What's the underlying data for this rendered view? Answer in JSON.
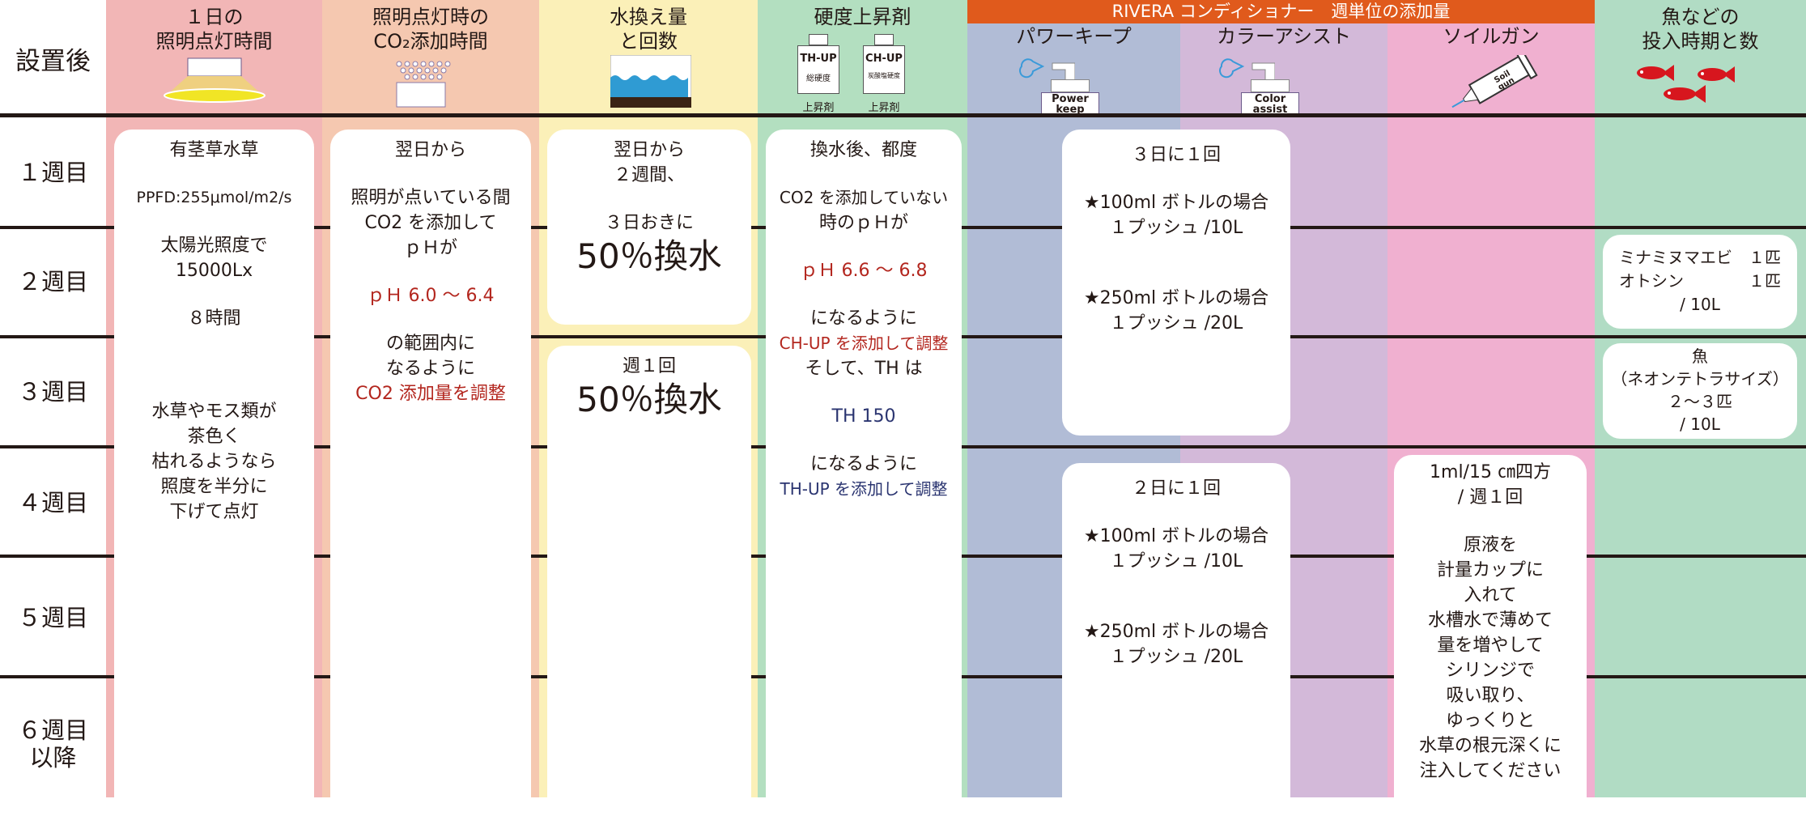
{
  "corner_label": "設置後",
  "colors": {
    "lighting": "#f2b6b6",
    "co2": "#f5c8b0",
    "water": "#fbf0b8",
    "hardness": "#b3dfc0",
    "power_keep": "#b1bcd6",
    "color_assist": "#d3b9d9",
    "soil_gun": "#f0b0d0",
    "fish": "#b1dcc4",
    "banner": "#e05a1c"
  },
  "headers": {
    "lighting": [
      "１日の",
      "照明点灯時間"
    ],
    "co2": [
      "照明点灯時の",
      "CO₂添加時間"
    ],
    "water": [
      "水換え量",
      "と回数"
    ],
    "hardness": "硬度上昇剤",
    "hardness_bottles": [
      {
        "name": "TH-UP",
        "sub": "総硬度",
        "label": "上昇剤"
      },
      {
        "name": "CH-UP",
        "sub": "炭酸塩硬度",
        "label": "上昇剤"
      }
    ],
    "banner": "RIVERA コンディショナー　週単位の添加量",
    "power_keep": "パワーキープ",
    "power_keep_bottle": [
      "Power",
      "keep"
    ],
    "color_assist": "カラーアシスト",
    "color_assist_bottle": [
      "Color",
      "assist"
    ],
    "soil_gun": "ソイルガン",
    "soil_gun_tube": [
      "Soil",
      "gun"
    ],
    "fish": [
      "魚などの",
      "投入時期と数"
    ]
  },
  "rows": [
    "１週目",
    "２週目",
    "３週目",
    "４週目",
    "５週目",
    "６週目",
    "以降"
  ],
  "lighting": {
    "l1": "有茎草水草",
    "l2": "PPFD:255μmol/m2/s",
    "l3": "太陽光照度で",
    "l4": "15000Lx",
    "l5": "８時間",
    "l6": "水草やモス類が",
    "l7": "茶色く",
    "l8": "枯れるようなら",
    "l9": "照度を半分に",
    "l10": "下げて点灯"
  },
  "co2": {
    "l1": "翌日から",
    "l2": "照明が点いている間",
    "l3": "CO2 を添加して",
    "l4": "ｐＨが",
    "l5": "ｐＨ 6.0 ～ 6.4",
    "l6": "の範囲内に",
    "l7": "なるように",
    "l8": "CO2 添加量を調整"
  },
  "water": {
    "b1": {
      "l1": "翌日から",
      "l2": "２週間、",
      "l3": "３日おきに",
      "l4": "50％換水"
    },
    "b2": {
      "l1": "週１回",
      "l2": "50％換水"
    }
  },
  "hardness": {
    "l1": "換水後、都度",
    "l2": "CO2 を添加していない",
    "l3": "時のｐＨが",
    "l4": "ｐＨ 6.6 ～ 6.8",
    "l5": "になるように",
    "l6": "CH-UP を添加して調整",
    "l7": "そして、TH は",
    "l8": "TH 150",
    "l9": "になるように",
    "l10": "TH-UP を添加して調整"
  },
  "power": {
    "b1": {
      "l1": "３日に１回",
      "l2": "★100ml ボトルの場合",
      "l3": "１プッシュ /10L",
      "l4": "★250ml ボトルの場合",
      "l5": "１プッシュ /20L"
    },
    "b2": {
      "l1": "２日に１回",
      "l2": "★100ml ボトルの場合",
      "l3": "１プッシュ /10L",
      "l4": "★250ml ボトルの場合",
      "l5": "１プッシュ /20L"
    }
  },
  "soil": {
    "l1": "1ml/15 ㎝四方",
    "l2": "/ 週１回",
    "l3": "原液を",
    "l4": "計量カップに",
    "l5": "入れて",
    "l6": "水槽水で薄めて",
    "l7": "量を増やして",
    "l8": "シリンジで",
    "l9": "吸い取り、",
    "l10": "ゆっくりと",
    "l11": "水草の根元深くに",
    "l12": "注入してください"
  },
  "fish": {
    "b1": {
      "a_name": "ミナミヌマエビ",
      "a_count": "１匹",
      "b_name": "オトシン",
      "b_count": "１匹",
      "per": "/ 10L"
    },
    "b2": {
      "l1": "魚",
      "l2": "（ネオンテトラサイズ）",
      "l3": "２～３匹",
      "l4": "/ 10L"
    }
  }
}
